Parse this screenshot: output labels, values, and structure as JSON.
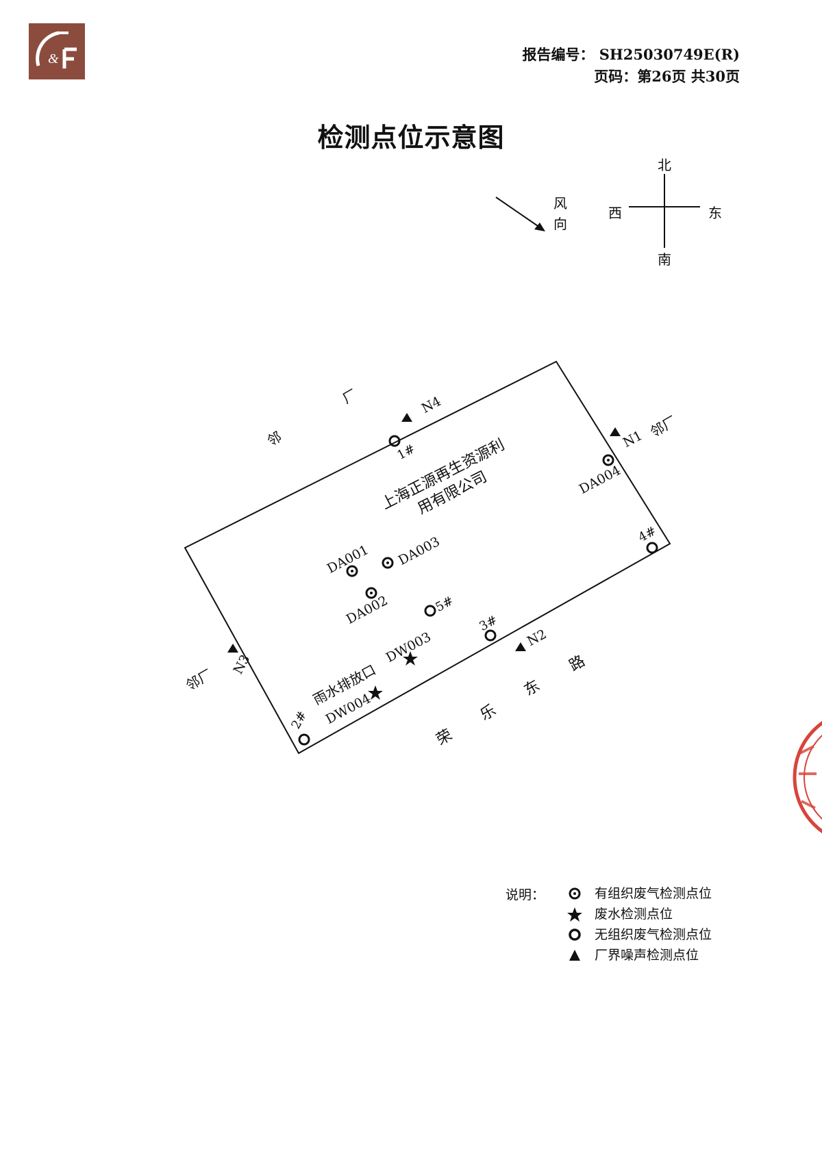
{
  "header": {
    "report_no": "报告编号： SH25030749E(R)",
    "page_info": "页码：第26页  共30页"
  },
  "title": "检测点位示意图",
  "compass": {
    "north": "北",
    "south": "南",
    "west": "西",
    "east": "东"
  },
  "wind": {
    "label_1": "风",
    "label_2": "向"
  },
  "company": {
    "line1": "上海正源再生资源利",
    "line2": "用有限公司"
  },
  "neighbors": {
    "north_1": "邻",
    "north_2": "厂",
    "east": "邻厂",
    "west": "邻厂"
  },
  "road": {
    "c1": "荣",
    "c2": "乐",
    "c3": "东",
    "c4": "路"
  },
  "points": {
    "organized_gas": [
      "DA001",
      "DA002",
      "DA003",
      "DA004"
    ],
    "wastewater": [
      "DW003",
      "DW004"
    ],
    "rain_outlet": "雨水排放口",
    "unorganized_gas": [
      "1#",
      "2#",
      "3#",
      "4#",
      "5#"
    ],
    "noise": [
      "N1",
      "N2",
      "N3",
      "N4"
    ]
  },
  "legend": {
    "label": "说明：",
    "items": [
      {
        "icon": "dotted-circle",
        "text": "有组织废气检测点位"
      },
      {
        "icon": "star",
        "text": "废水检测点位"
      },
      {
        "icon": "circle",
        "text": "无组织废气检测点位"
      },
      {
        "icon": "triangle",
        "text": "厂界噪声检测点位"
      }
    ]
  },
  "colors": {
    "logo": "#8b4c3e",
    "ink": "#111111",
    "stamp": "#d8443c"
  }
}
